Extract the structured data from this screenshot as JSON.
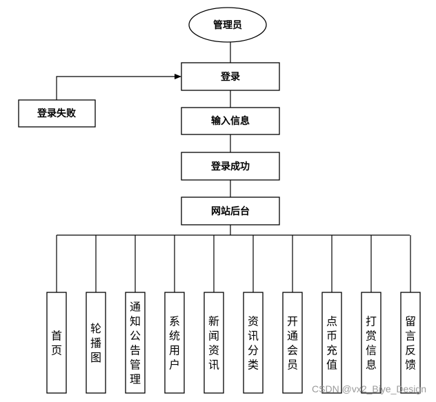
{
  "top_node": "管理员",
  "flow": {
    "login": "登录",
    "login_failed": "登录失败",
    "input_info": "输入信息",
    "login_success": "登录成功",
    "backend": "网站后台"
  },
  "modules": [
    "首页",
    "轮播图",
    "通知公告管理",
    "系统用户",
    "新闻资讯",
    "资讯分类",
    "开通会员",
    "点币充值",
    "打赏信息",
    "留言反馈"
  ],
  "watermark": "CSDN @vx2_Biye_Design"
}
